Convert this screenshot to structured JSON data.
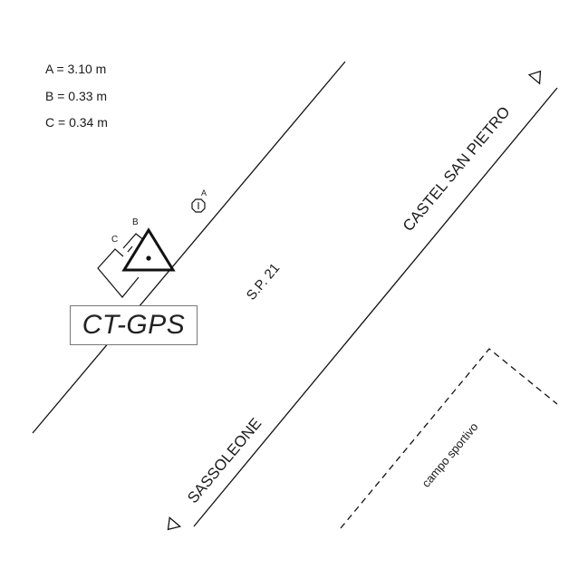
{
  "legend": {
    "a": "A = 3.10 m",
    "b": "B = 0.33 m",
    "c": "C = 0.34 m"
  },
  "station_label": "CT-GPS",
  "road": {
    "name": "S.P. 21",
    "direction_northeast": "CASTEL SAN PIETRO",
    "direction_southwest": "SASSOLEONE"
  },
  "area_label": "campo sportivo",
  "dimension_marks": {
    "a": "A",
    "b": "B",
    "c": "C"
  },
  "icons": [
    "warning-triangle-icon",
    "direction-arrow-icon",
    "reference-marker-icon"
  ]
}
